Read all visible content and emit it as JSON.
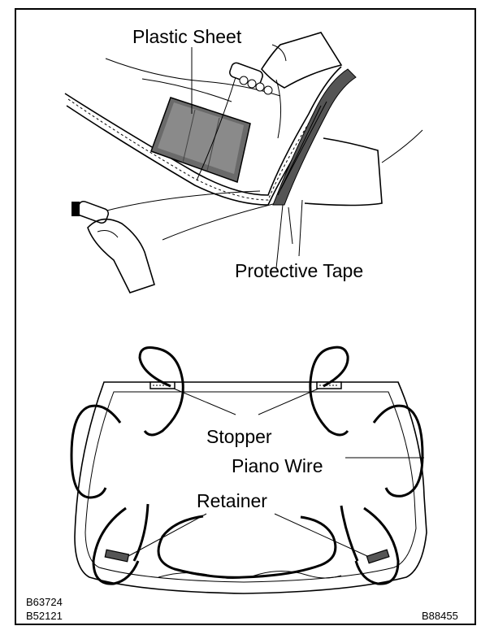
{
  "labels": {
    "plastic_sheet": "Plastic Sheet",
    "protective_tape": "Protective Tape",
    "stopper": "Stopper",
    "piano_wire": "Piano Wire",
    "retainer": "Retainer"
  },
  "codes": {
    "left_top": "B63724",
    "left_bottom": "B52121",
    "right_bottom": "B88455"
  }
}
